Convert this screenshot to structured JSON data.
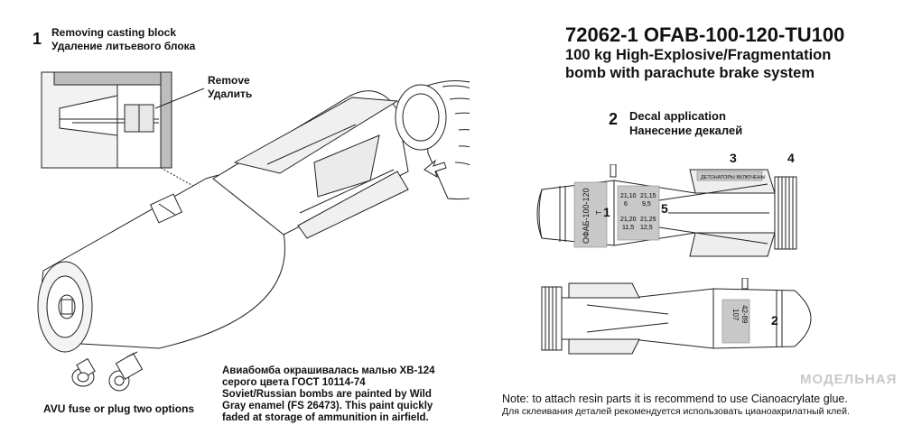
{
  "step1": {
    "number": "1",
    "label_en": "Removing casting block",
    "label_ru": "Удаление литьевого блока"
  },
  "remove": {
    "en": "Remove",
    "ru": "Удалить"
  },
  "fuse": {
    "label": "AVU fuse or plug two options"
  },
  "paint_note": [
    "Авиабомба окрашивалась малью ХВ-124",
    "серого цвета ГОСТ 10114-74",
    "Soviet/Russian bombs are painted by Wild",
    "Gray enamel (FS 26473). This paint quickly",
    "faded at storage of ammunition in airfield."
  ],
  "title": {
    "line1": "72062-1 OFAB-100-120-TU100",
    "line2": "100 kg High-Explosive/Fragmentation",
    "line3": "bomb with parachute brake system"
  },
  "step2": {
    "number": "2",
    "label_en": "Decal application",
    "label_ru": "Нанесение декалей"
  },
  "decal_callouts": {
    "c1": "1",
    "c2": "2",
    "c3": "3",
    "c4": "4",
    "c5": "5"
  },
  "decals": {
    "d1_text": "ОФАБ-100-120",
    "d1_sub": "Т",
    "d5_table": [
      [
        "21,10",
        "21,15"
      ],
      [
        "6",
        "9,5"
      ],
      [
        "21,20",
        "21,25"
      ],
      [
        "11,5",
        "12,5"
      ]
    ],
    "d3_text": "ДЕТОНАТОРЫ ВКЛЮЧЕНЫ",
    "d2_line1": "107",
    "d2_line2": "42-89"
  },
  "note": {
    "en": "Note: to attach resin parts it is recommend to use Cianoacrylate glue.",
    "ru": "Для склеивания деталей рекомендуется использовать цианоакрилатный клей."
  },
  "watermark": "МОДЕЛЬНАЯ",
  "colors": {
    "decal_gray": "#c8c8c8",
    "line": "#222222",
    "shade": "#e6e6e6"
  }
}
